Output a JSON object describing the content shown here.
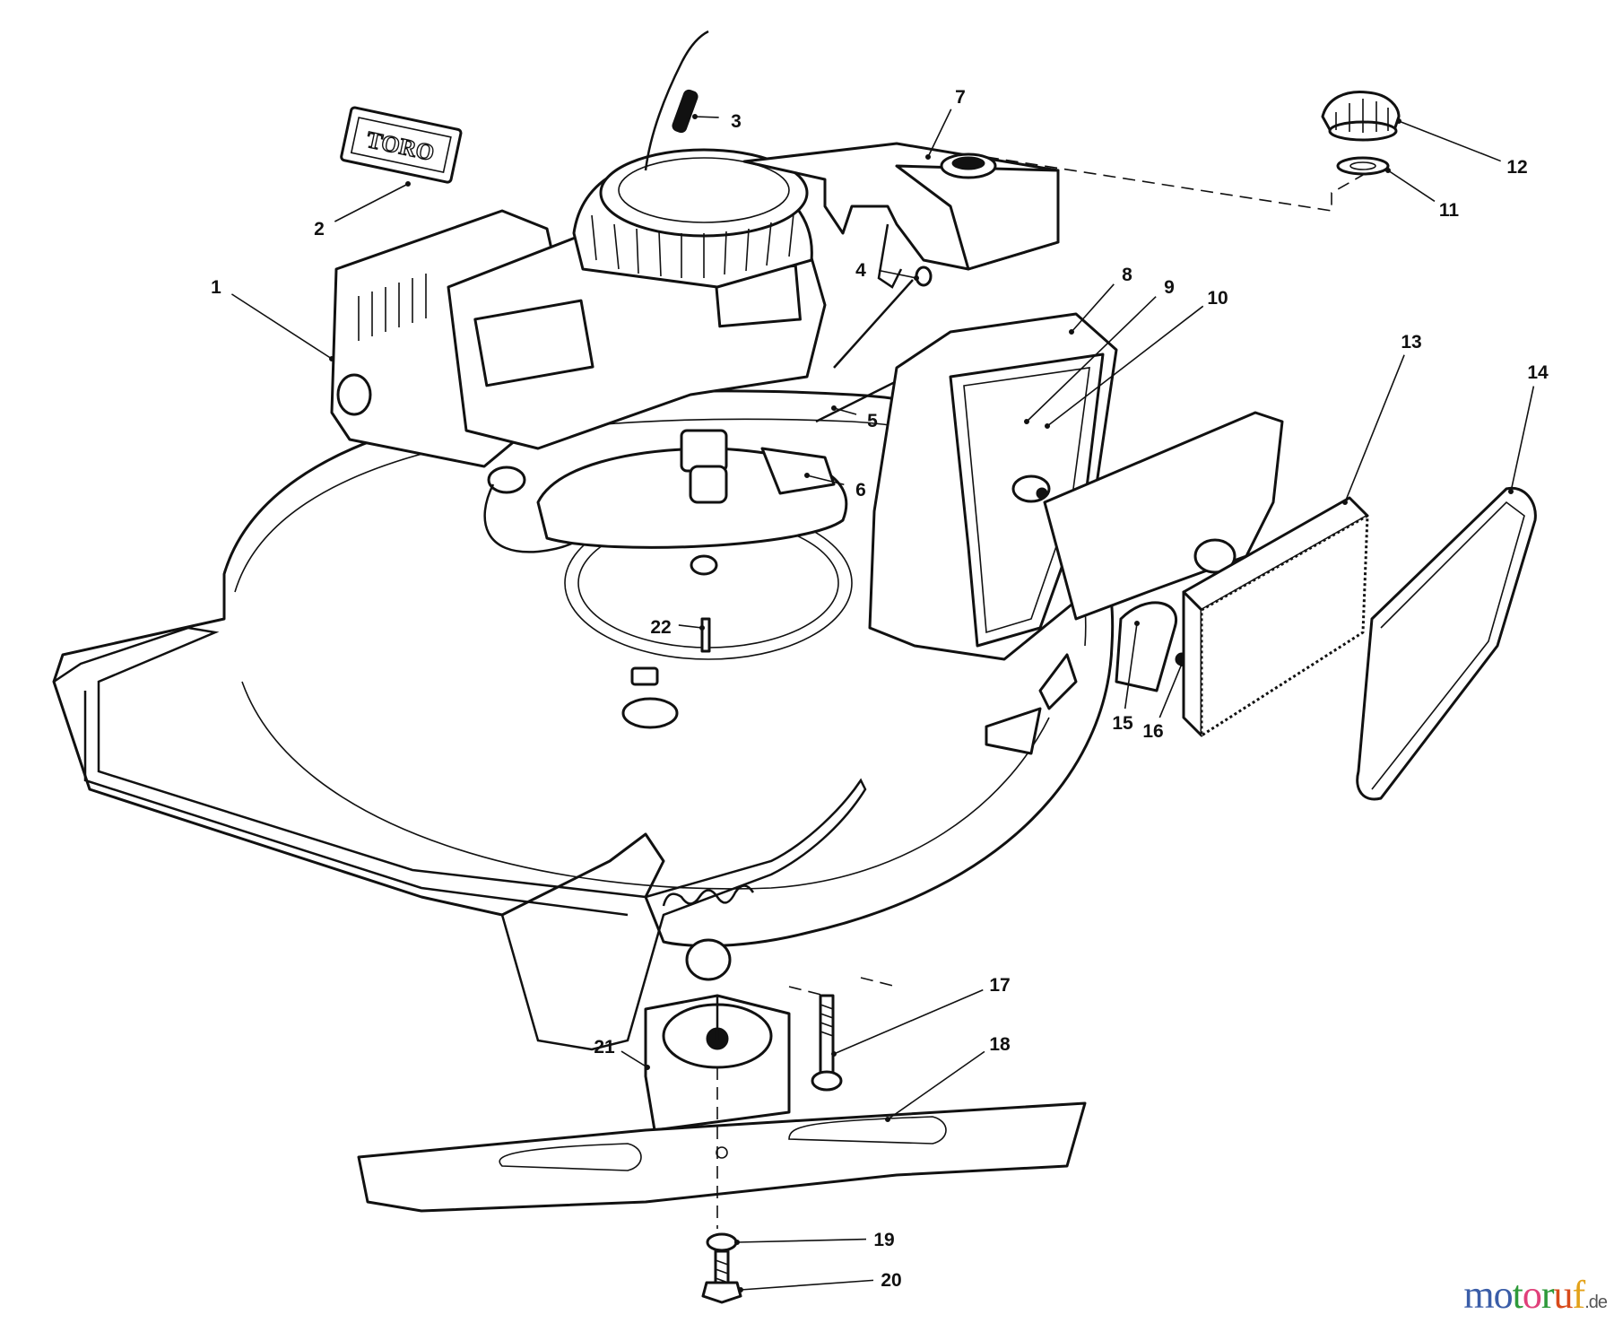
{
  "diagram": {
    "type": "exploded-parts-diagram",
    "decal_text": "TORO",
    "part_labels": [
      "1",
      "2",
      "3",
      "4",
      "5",
      "6",
      "7",
      "8",
      "9",
      "10",
      "11",
      "12",
      "13",
      "14",
      "15",
      "16",
      "17",
      "18",
      "19",
      "20",
      "21",
      "22"
    ]
  },
  "watermark": {
    "text": "motoruf",
    "suffix": ".de",
    "letter_colors": [
      "#3a5da8",
      "#3a5da8",
      "#2e9a3a",
      "#e0407a",
      "#2e9a3a",
      "#d84a1a",
      "#e3a21a"
    ]
  }
}
